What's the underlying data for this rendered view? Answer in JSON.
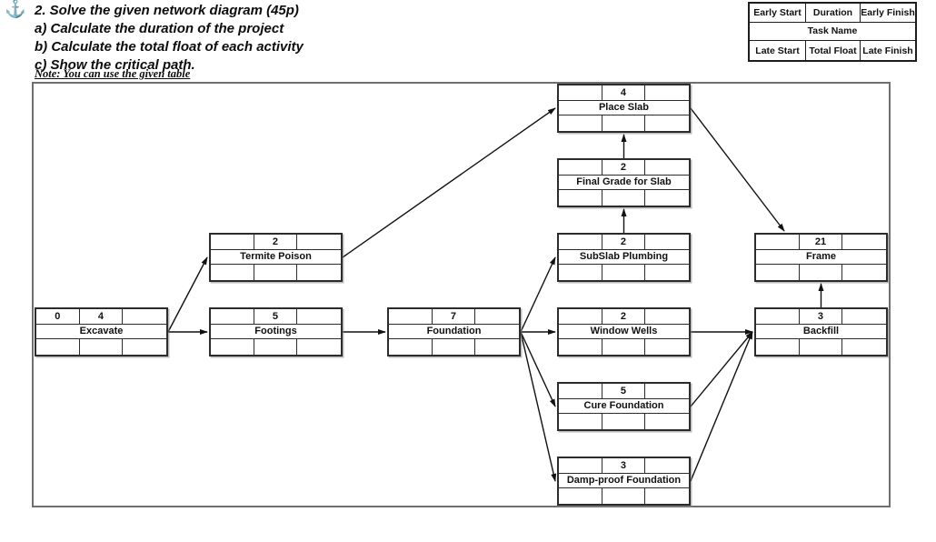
{
  "icons": {
    "anchor": "⚓"
  },
  "header": {
    "title": "2. Solve the given network diagram (45p)",
    "items": [
      "a) Calculate the duration of the project",
      "b) Calculate the total float of each activity",
      "c) Show the critical path."
    ],
    "note": "Note: You can use the given table"
  },
  "legend": {
    "row1": [
      "Early Start",
      "Duration",
      "Early Finish"
    ],
    "row2": "Task Name",
    "row3": [
      "Late Start",
      "Total Float",
      "Late Finish"
    ]
  },
  "colors": {
    "anchor_blue": "#2E8FD4",
    "diagram_border_gray": "#6f6f6f",
    "node_border": "#2c2c2c"
  },
  "diagram": {
    "tasks": {
      "excavate": {
        "name": "Excavate",
        "early_start": "0",
        "duration": "4",
        "early_finish": "",
        "late_start": "",
        "total_float": "",
        "late_finish": ""
      },
      "termite_poison": {
        "name": "Termite Poison",
        "early_start": "",
        "duration": "2",
        "early_finish": "",
        "late_start": "",
        "total_float": "",
        "late_finish": ""
      },
      "footings": {
        "name": "Footings",
        "early_start": "",
        "duration": "5",
        "early_finish": "",
        "late_start": "",
        "total_float": "",
        "late_finish": ""
      },
      "foundation": {
        "name": "Foundation",
        "early_start": "",
        "duration": "7",
        "early_finish": "",
        "late_start": "",
        "total_float": "",
        "late_finish": ""
      },
      "place_slab": {
        "name": "Place Slab",
        "early_start": "",
        "duration": "4",
        "early_finish": "",
        "late_start": "",
        "total_float": "",
        "late_finish": ""
      },
      "final_grade_for_slab": {
        "name": "Final Grade for Slab",
        "early_start": "",
        "duration": "2",
        "early_finish": "",
        "late_start": "",
        "total_float": "",
        "late_finish": ""
      },
      "subslab_plumbing": {
        "name": "SubSlab Plumbing",
        "early_start": "",
        "duration": "2",
        "early_finish": "",
        "late_start": "",
        "total_float": "",
        "late_finish": ""
      },
      "window_wells": {
        "name": "Window Wells",
        "early_start": "",
        "duration": "2",
        "early_finish": "",
        "late_start": "",
        "total_float": "",
        "late_finish": ""
      },
      "cure_foundation": {
        "name": "Cure Foundation",
        "early_start": "",
        "duration": "5",
        "early_finish": "",
        "late_start": "",
        "total_float": "",
        "late_finish": ""
      },
      "damp_proof_foundation": {
        "name": "Damp-proof Foundation",
        "early_start": "",
        "duration": "3",
        "early_finish": "",
        "late_start": "",
        "total_float": "",
        "late_finish": ""
      },
      "frame": {
        "name": "Frame",
        "early_start": "",
        "duration": "21",
        "early_finish": "",
        "late_start": "",
        "total_float": "",
        "late_finish": ""
      },
      "backfill": {
        "name": "Backfill",
        "early_start": "",
        "duration": "3",
        "early_finish": "",
        "late_start": "",
        "total_float": "",
        "late_finish": ""
      }
    },
    "edges": [
      {
        "from": "excavate",
        "to": "termite_poison"
      },
      {
        "from": "excavate",
        "to": "footings"
      },
      {
        "from": "footings",
        "to": "foundation"
      },
      {
        "from": "termite_poison",
        "to": "place_slab"
      },
      {
        "from": "foundation",
        "to": "subslab_plumbing"
      },
      {
        "from": "foundation",
        "to": "window_wells"
      },
      {
        "from": "foundation",
        "to": "cure_foundation"
      },
      {
        "from": "foundation",
        "to": "damp_proof_foundation"
      },
      {
        "from": "subslab_plumbing",
        "to": "final_grade_for_slab"
      },
      {
        "from": "final_grade_for_slab",
        "to": "place_slab"
      },
      {
        "from": "place_slab",
        "to": "frame"
      },
      {
        "from": "window_wells",
        "to": "backfill"
      },
      {
        "from": "cure_foundation",
        "to": "backfill"
      },
      {
        "from": "damp_proof_foundation",
        "to": "backfill"
      },
      {
        "from": "backfill",
        "to": "frame"
      }
    ]
  }
}
